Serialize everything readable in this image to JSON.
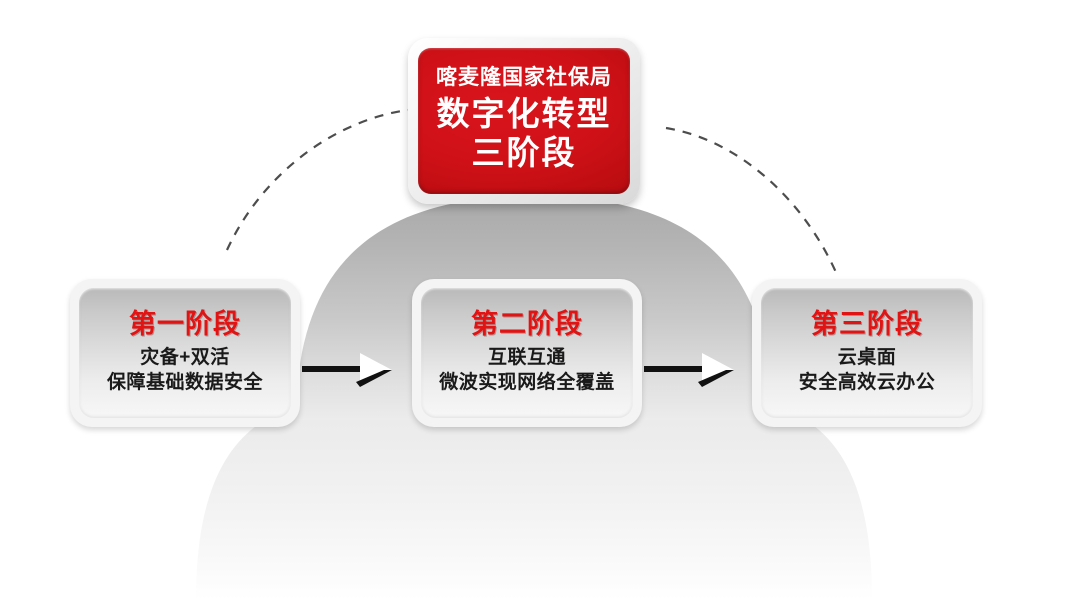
{
  "diagram": {
    "title_card": {
      "organization": "喀麦隆国家社保局",
      "heading_line_1": "数字化转型",
      "heading_line_2": "三阶段",
      "panel_color": "#cf1117",
      "text_color": "#ffffff"
    },
    "phases": [
      {
        "id": "phase-1",
        "title": "第一阶段",
        "line_1": "灾备+双活",
        "line_2": "保障基础数据安全",
        "title_color": "#e21313",
        "body_color": "#1a1a1a"
      },
      {
        "id": "phase-2",
        "title": "第二阶段",
        "line_1": "互联互通",
        "line_2": "微波实现网络全覆盖",
        "title_color": "#e21313",
        "body_color": "#1a1a1a"
      },
      {
        "id": "phase-3",
        "title": "第三阶段",
        "line_1": "云桌面",
        "line_2": "安全高效云办公",
        "title_color": "#e21313",
        "body_color": "#1a1a1a"
      }
    ],
    "connectors": [
      {
        "id": "arrow-1",
        "from": "phase-1",
        "to": "phase-2",
        "style": "solid-black-arrow"
      },
      {
        "id": "arrow-2",
        "from": "phase-2",
        "to": "phase-3",
        "style": "solid-black-arrow"
      }
    ],
    "decorations": [
      {
        "id": "dashed-arc-left",
        "style": "dashed-curve",
        "color": "#4d4d4d"
      },
      {
        "id": "dashed-arc-right",
        "style": "dashed-curve",
        "color": "#4d4d4d"
      },
      {
        "id": "gray-dome",
        "style": "gradient-dome",
        "color": "#b3b3b3"
      },
      {
        "id": "gray-base",
        "style": "gradient-base",
        "color": "#ededed"
      }
    ],
    "background_color": "#ffffff"
  }
}
